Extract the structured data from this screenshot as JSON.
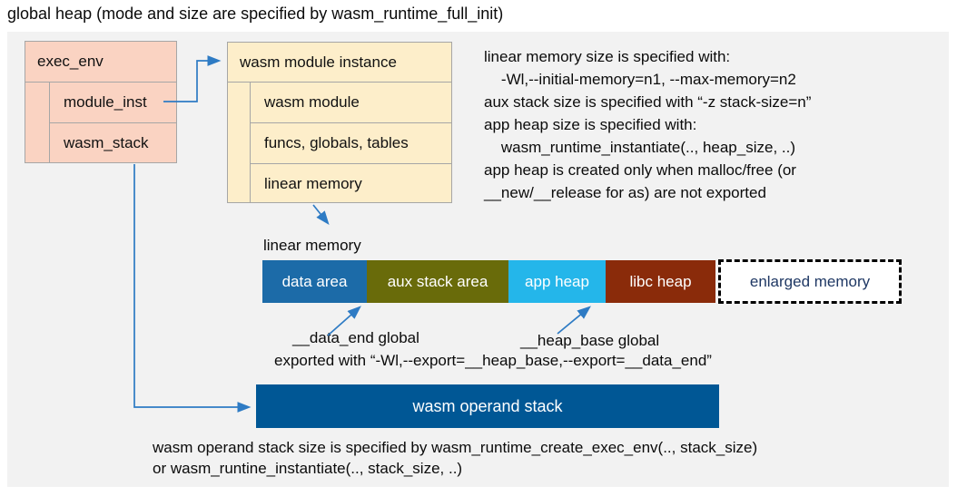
{
  "title": "global heap (mode and size are specified by wasm_runtime_full_init)",
  "exec_env": {
    "header": "exec_env",
    "rows": [
      "module_inst",
      "wasm_stack"
    ],
    "fill": "#fad3c2"
  },
  "module_instance": {
    "header": "wasm module instance",
    "rows": [
      "wasm module",
      "funcs, globals, tables",
      "linear memory"
    ],
    "fill": "#fdeeca"
  },
  "notes_right": "linear memory size is specified with:\n    -Wl,--initial-memory=n1, --max-memory=n2\naux stack size is specified with “-z stack-size=n”\napp heap size is specified with:\n    wasm_runtime_instantiate(.., heap_size, ..)\napp heap is created only when malloc/free (or\n__new/__release for as) are not exported",
  "linear_memory_label": "linear memory",
  "memory_bar": {
    "segments": [
      {
        "label": "data area",
        "color": "#1c6ba8",
        "width": 115
      },
      {
        "label": "aux stack area",
        "color": "#696b0a",
        "width": 156
      },
      {
        "label": "app heap",
        "color": "#24b6ea",
        "width": 107
      },
      {
        "label": "libc heap",
        "color": "#8a2b0a",
        "width": 121
      }
    ],
    "enlarged": {
      "label": "enlarged memory",
      "text_color": "#1f3864"
    }
  },
  "annotations": {
    "data_end": "__data_end global",
    "heap_base": "__heap_base global",
    "exported": "exported with “-Wl,--export=__heap_base,--export=__data_end”"
  },
  "operand_stack": {
    "label": "wasm operand stack",
    "color": "#005795"
  },
  "notes_bottom": "wasm operand stack size is specified by wasm_runtime_create_exec_env(.., stack_size)\nor wasm_runtine_instantiate(.., stack_size, ..)",
  "colors": {
    "panel": "#f2f2f2",
    "arrow": "#2e7bc4",
    "border": "#a6a6a6"
  }
}
